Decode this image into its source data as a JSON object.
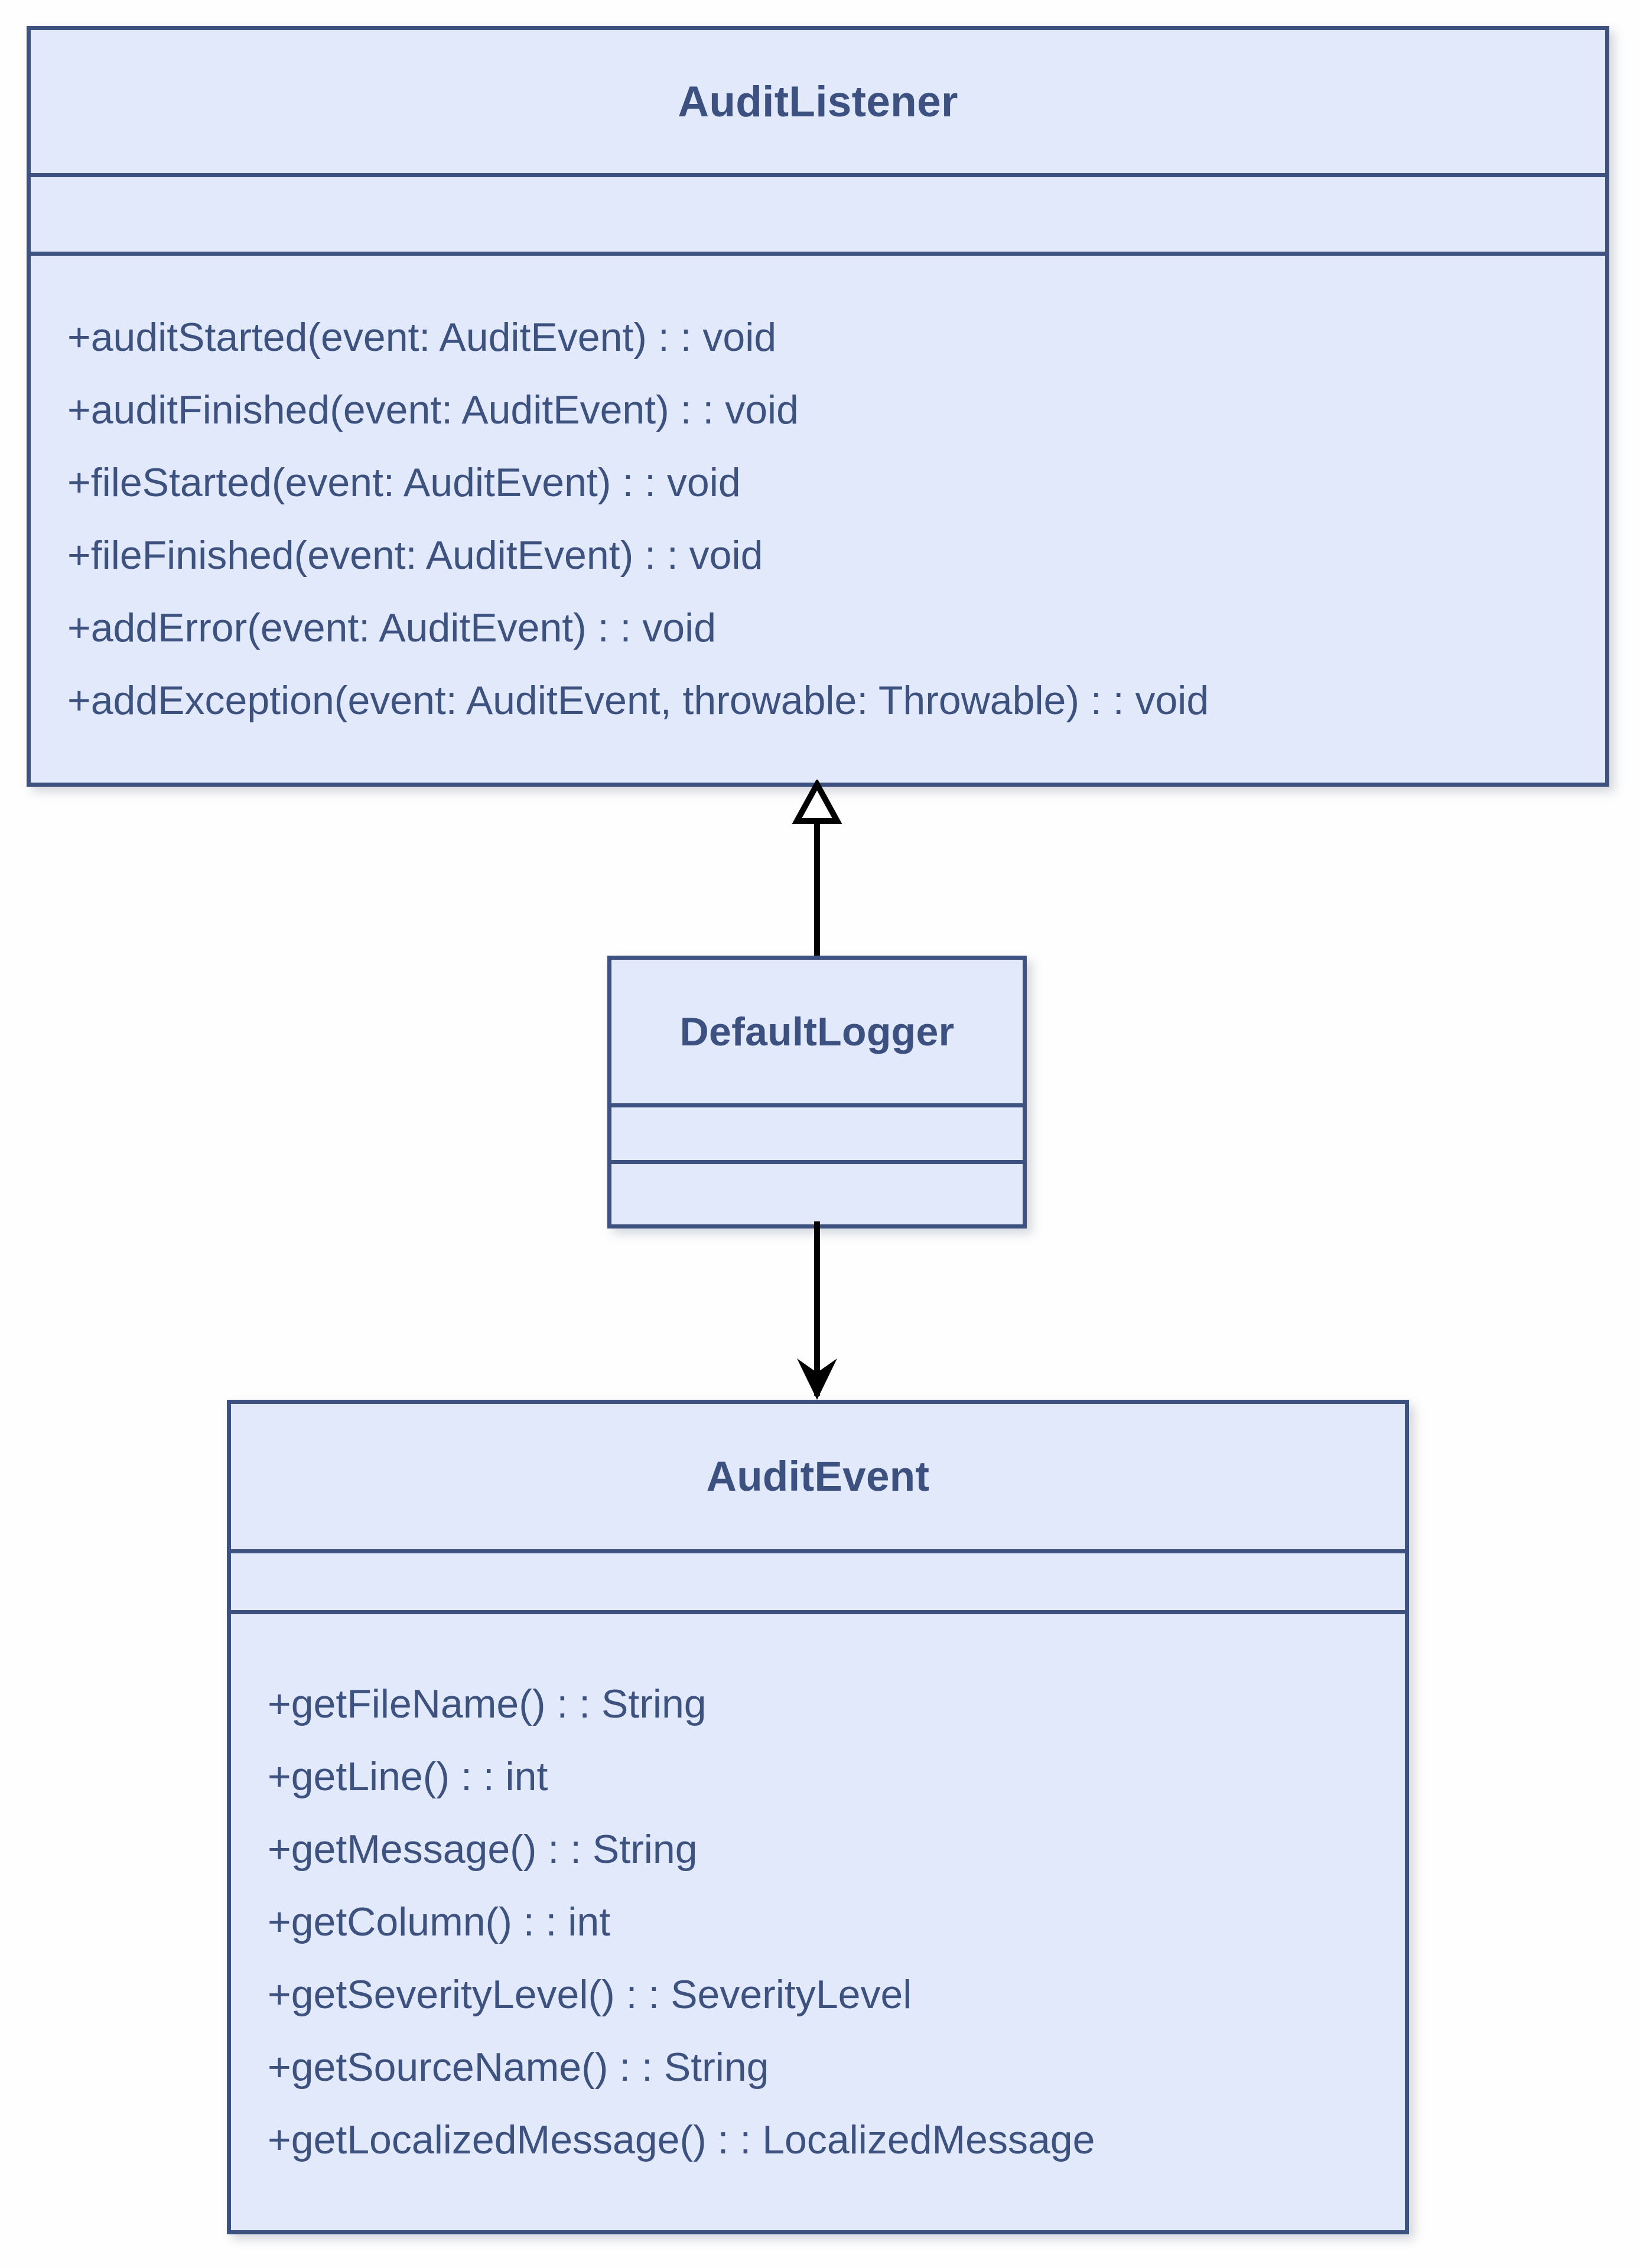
{
  "diagram": {
    "type": "uml-class-diagram",
    "background_color": "#fefefe",
    "box_fill_color": "#e2e9fa",
    "box_border_color": "#3d5280",
    "text_color": "#3e5280",
    "connector_color": "#000000"
  },
  "classes": [
    {
      "id": "auditlistener",
      "name": "AuditListener",
      "attributes": [],
      "methods": [
        "+auditStarted(event: AuditEvent) : : void",
        "+auditFinished(event: AuditEvent) : : void",
        "+fileStarted(event: AuditEvent) : : void",
        "+fileFinished(event: AuditEvent) : : void",
        "+addError(event: AuditEvent) : : void",
        "+addException(event: AuditEvent, throwable: Throwable) : : void"
      ]
    },
    {
      "id": "defaultlogger",
      "name": "DefaultLogger",
      "attributes": [],
      "methods": []
    },
    {
      "id": "auditevent",
      "name": "AuditEvent",
      "attributes": [],
      "methods": [
        "+getFileName() : : String",
        "+getLine() : : int",
        "+getMessage() : : String",
        "+getColumn() : : int",
        "+getSeverityLevel() : : SeverityLevel",
        "+getSourceName() : : String",
        "+getLocalizedMessage() : : LocalizedMessage"
      ]
    }
  ],
  "relationships": [
    {
      "id": "generalization",
      "kind": "generalization",
      "from": "DefaultLogger",
      "to": "AuditListener",
      "arrowhead": "hollow-triangle",
      "direction": "up",
      "label": ""
    },
    {
      "id": "association",
      "kind": "association",
      "from": "DefaultLogger",
      "to": "AuditEvent",
      "arrowhead": "open-arrow",
      "direction": "down",
      "label": ""
    }
  ]
}
